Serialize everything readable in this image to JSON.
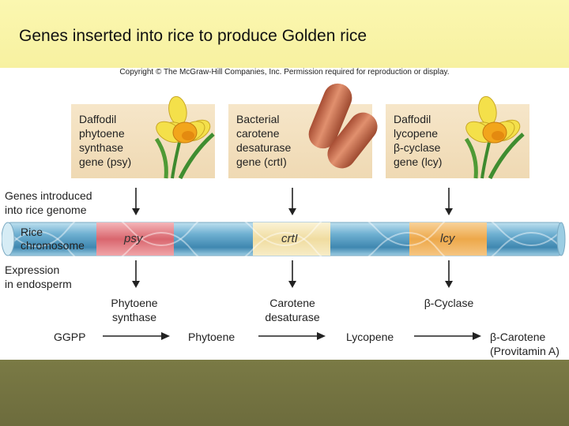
{
  "slide": {
    "title": "Genes inserted into rice to produce Golden rice"
  },
  "figure": {
    "copyright": "Copyright © The McGraw-Hill Companies, Inc. Permission required for reproduction or display.",
    "sources": [
      {
        "lines": [
          "Daffodil",
          "phytoene",
          "synthase",
          "gene (psy)"
        ],
        "picture": "daffodil-icon"
      },
      {
        "lines": [
          "Bacterial",
          "carotene",
          "desaturase",
          "gene (crtI)"
        ],
        "picture": "bacteria-icon"
      },
      {
        "lines": [
          "Daffodil",
          "lycopene",
          "β-cyclase",
          "gene (lcy)"
        ],
        "picture": "daffodil-icon"
      }
    ],
    "genes_introduced_label": [
      "Genes introduced",
      "into rice genome"
    ],
    "chromosome_label": [
      "Rice",
      "chromosome"
    ],
    "genes": [
      "psy",
      "crtI",
      "lcy"
    ],
    "expression_label": [
      "Expression",
      "in endosperm"
    ],
    "enzymes": [
      [
        "Phytoene",
        "synthase"
      ],
      [
        "Carotene",
        "desaturase"
      ],
      [
        "β-Cyclase"
      ]
    ],
    "pathway": [
      "GGPP",
      "Phytoene",
      "Lycopene",
      "β-Carotene",
      "(Provitamin A)"
    ],
    "colors": {
      "title_band": "#f7f1a0",
      "footer_band": "#6d6c3d",
      "card": "#f2dfbf",
      "chromosome": "#5a9cc0",
      "psy_segment": "#d9666e",
      "crtI_segment": "#f0dca0",
      "lcy_segment": "#eda84a",
      "bacteria": "#c96a4a",
      "daffodil_petal": "#f4e04a",
      "daffodil_trumpet": "#f2a51c"
    }
  }
}
